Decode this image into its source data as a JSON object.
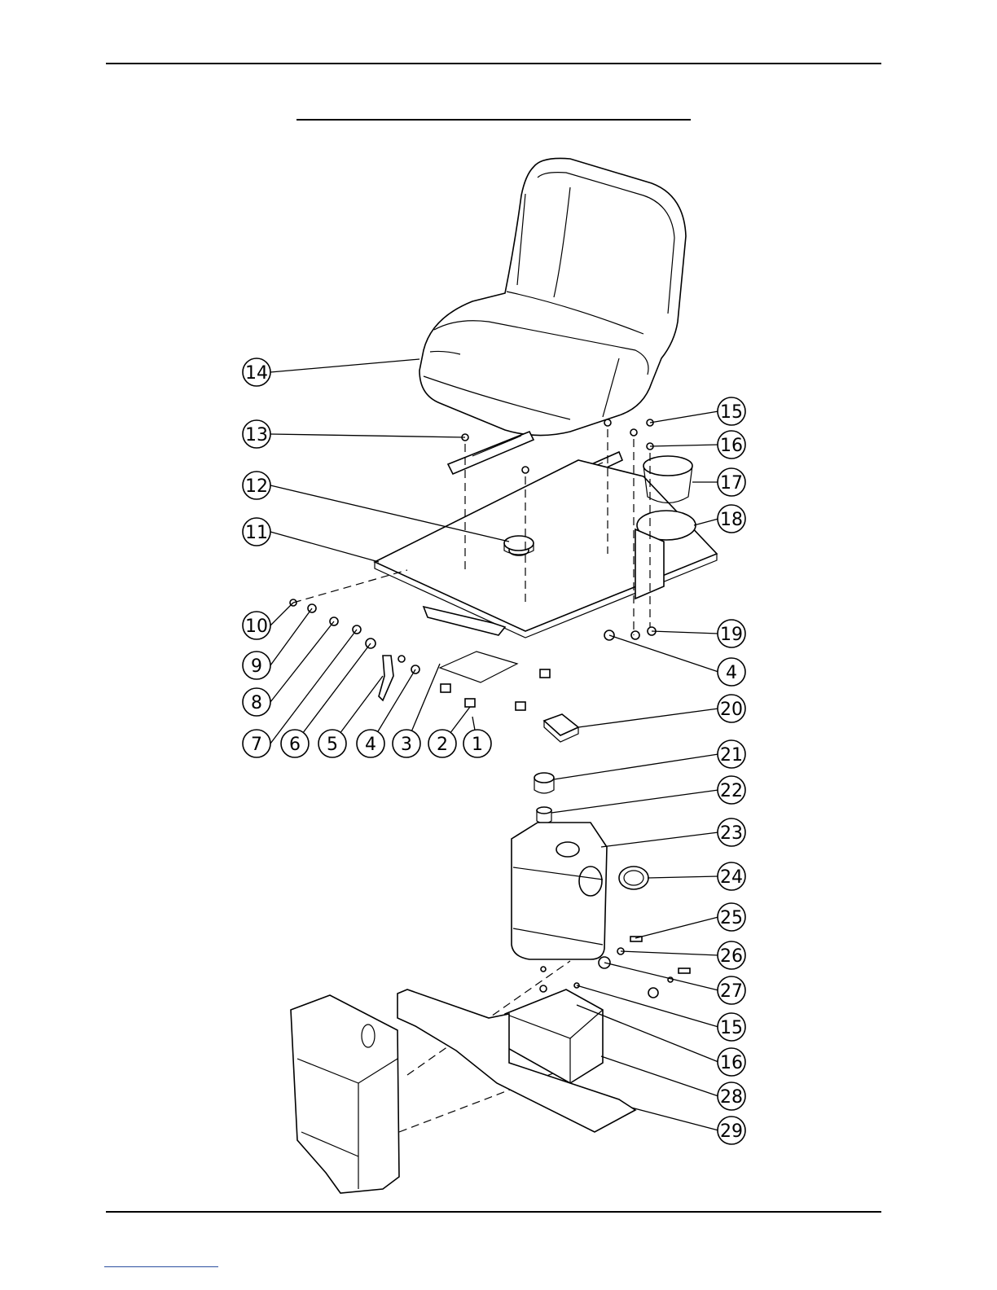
{
  "callouts": [
    {
      "n": "14"
    },
    {
      "n": "13"
    },
    {
      "n": "12"
    },
    {
      "n": "11"
    },
    {
      "n": "10"
    },
    {
      "n": "9"
    },
    {
      "n": "8"
    },
    {
      "n": "7"
    },
    {
      "n": "6"
    },
    {
      "n": "5"
    },
    {
      "n": "4"
    },
    {
      "n": "3"
    },
    {
      "n": "2"
    },
    {
      "n": "1"
    },
    {
      "n": "15"
    },
    {
      "n": "16"
    },
    {
      "n": "17"
    },
    {
      "n": "18"
    },
    {
      "n": "19"
    },
    {
      "n": "4"
    },
    {
      "n": "20"
    },
    {
      "n": "21"
    },
    {
      "n": "22"
    },
    {
      "n": "23"
    },
    {
      "n": "24"
    },
    {
      "n": "25"
    },
    {
      "n": "26"
    },
    {
      "n": "27"
    },
    {
      "n": "15"
    },
    {
      "n": "16"
    },
    {
      "n": "28"
    },
    {
      "n": "29"
    }
  ]
}
